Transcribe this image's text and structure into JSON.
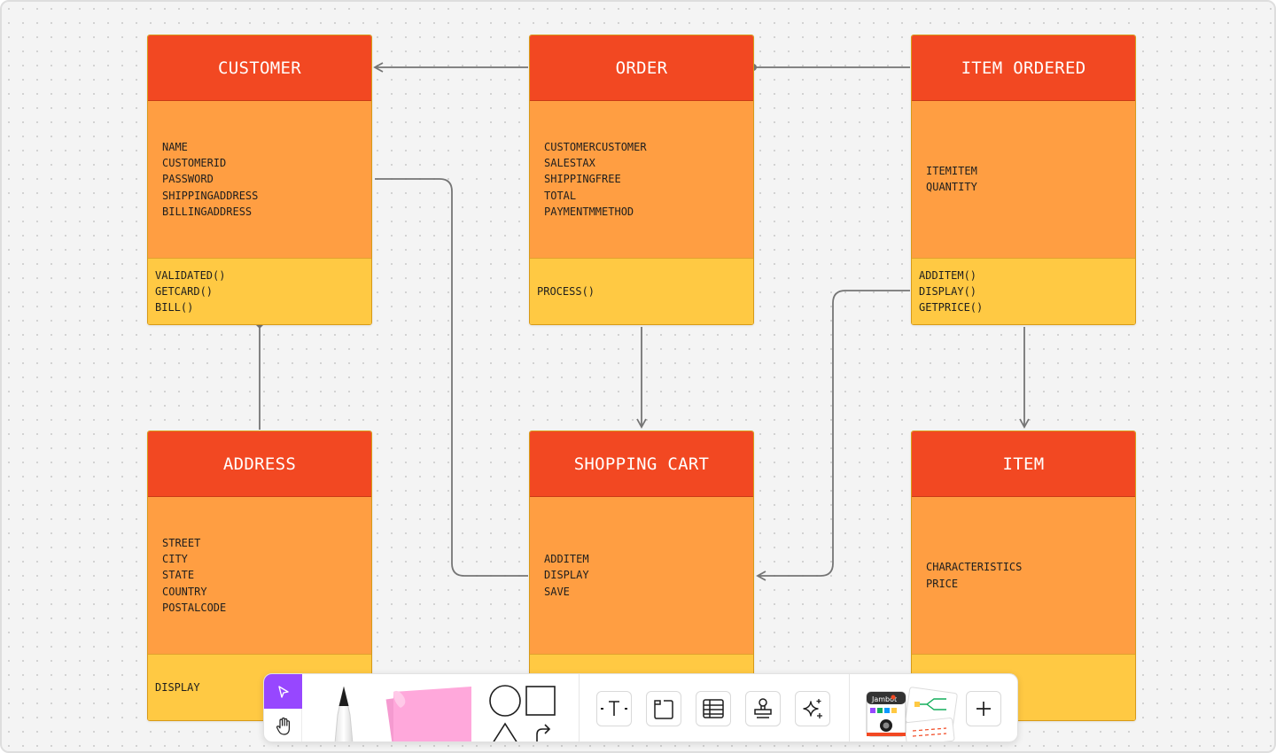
{
  "entities": {
    "customer": {
      "title": "CUSTOMER",
      "attributes": [
        "NAME",
        "CUSTOMERID",
        "PASSWORD",
        "SHIPPINGADDRESS",
        "BILLINGADDRESS"
      ],
      "methods": [
        "VALIDATED()",
        "GETCARD()",
        "BILL()"
      ]
    },
    "order": {
      "title": "ORDER",
      "attributes": [
        "CUSTOMERCUSTOMER",
        "SALESTAX",
        "SHIPPINGFREE",
        "TOTAL",
        "PAYMENTMMETHOD"
      ],
      "methods": [
        "PROCESS()"
      ]
    },
    "item_ordered": {
      "title": "ITEM ORDERED",
      "attributes": [
        "ITEMITEM",
        "QUANTITY"
      ],
      "methods": [
        "ADDITEM()",
        "DISPLAY()",
        "GETPRICE()"
      ]
    },
    "address": {
      "title": "ADDRESS",
      "attributes": [
        "STREET",
        "CITY",
        "STATE",
        "COUNTRY",
        "POSTALCODE"
      ],
      "methods": [
        "DISPLAY"
      ]
    },
    "shopping_cart": {
      "title": "SHOPPING CART",
      "attributes": [
        "ADDITEM",
        "DISPLAY",
        "SAVE"
      ],
      "methods": []
    },
    "item": {
      "title": "ITEM",
      "attributes": [
        "CHARACTERISTICS",
        "PRICE"
      ],
      "methods": []
    }
  },
  "toolbar": {
    "tools": [
      {
        "name": "select",
        "icon": "cursor-icon"
      },
      {
        "name": "hand",
        "icon": "hand-icon"
      },
      {
        "name": "marker",
        "icon": "marker-icon"
      },
      {
        "name": "sticky-note",
        "icon": "sticky-note-icon"
      },
      {
        "name": "shapes",
        "icon": "shapes-icon"
      },
      {
        "name": "text",
        "icon": "text-icon"
      },
      {
        "name": "section",
        "icon": "section-icon"
      },
      {
        "name": "table",
        "icon": "table-icon"
      },
      {
        "name": "stamp",
        "icon": "stamp-icon"
      },
      {
        "name": "ai-actions",
        "icon": "sparkle-icon"
      },
      {
        "name": "widgets",
        "icon": "widgets-icon"
      },
      {
        "name": "add",
        "icon": "plus-icon"
      }
    ],
    "jambot_label": "Jambot"
  },
  "colors": {
    "header": "#f24822",
    "attributes": "#ff9e42",
    "methods": "#ffc943",
    "connector": "#757575",
    "select_active": "#9747ff",
    "sticky": "#ffa8db"
  }
}
